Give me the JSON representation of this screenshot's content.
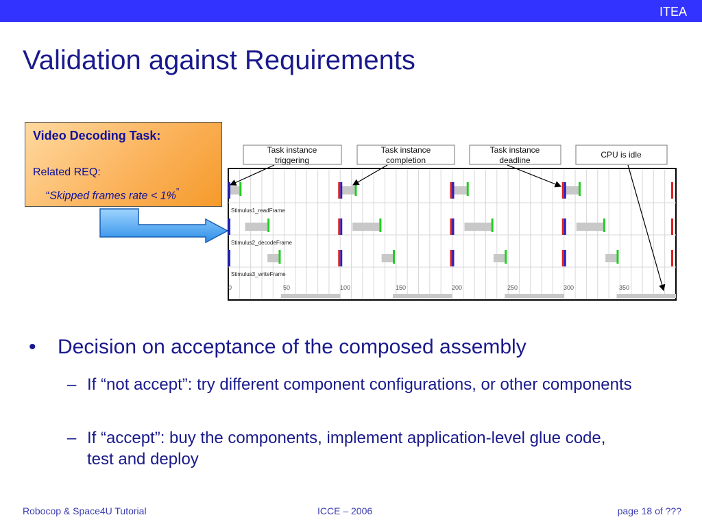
{
  "header": {
    "logo_text": "ITEA",
    "bar_color": "#3333ff"
  },
  "slide": {
    "title": "Validation against Requirements"
  },
  "requirement_box": {
    "heading": "Video Decoding Task:",
    "related_label": "Related REQ:",
    "open_quote": "“",
    "requirement": "Skipped frames rate < 1%",
    "close_quote": "”"
  },
  "callouts": {
    "triggering": "Task instance triggering",
    "completion": "Task instance completion",
    "deadline": "Task instance deadline",
    "idle": "CPU is idle"
  },
  "timeline": {
    "x_ticks": [
      "0",
      "50",
      "100",
      "150",
      "200",
      "250",
      "300",
      "350"
    ],
    "rows": [
      "Stimulus1_readFrame",
      "Stimulus2_decodeFrame",
      "Stimulus3_writeFrame"
    ],
    "colors": {
      "trigger": "#2222cc",
      "deadline": "#dd2222",
      "completion": "#22cc22",
      "exec": "#c8c8c8"
    }
  },
  "bullets": {
    "main": "Decision on acceptance of the composed assembly",
    "sub1": "If “not accept”: try different component configurations, or other components",
    "sub2": "If “accept”: buy the components, implement application-level glue code, test and deploy"
  },
  "footer": {
    "left": "Robocop & Space4U Tutorial",
    "center": "ICCE – 2006",
    "right": "page 18 of ???"
  }
}
